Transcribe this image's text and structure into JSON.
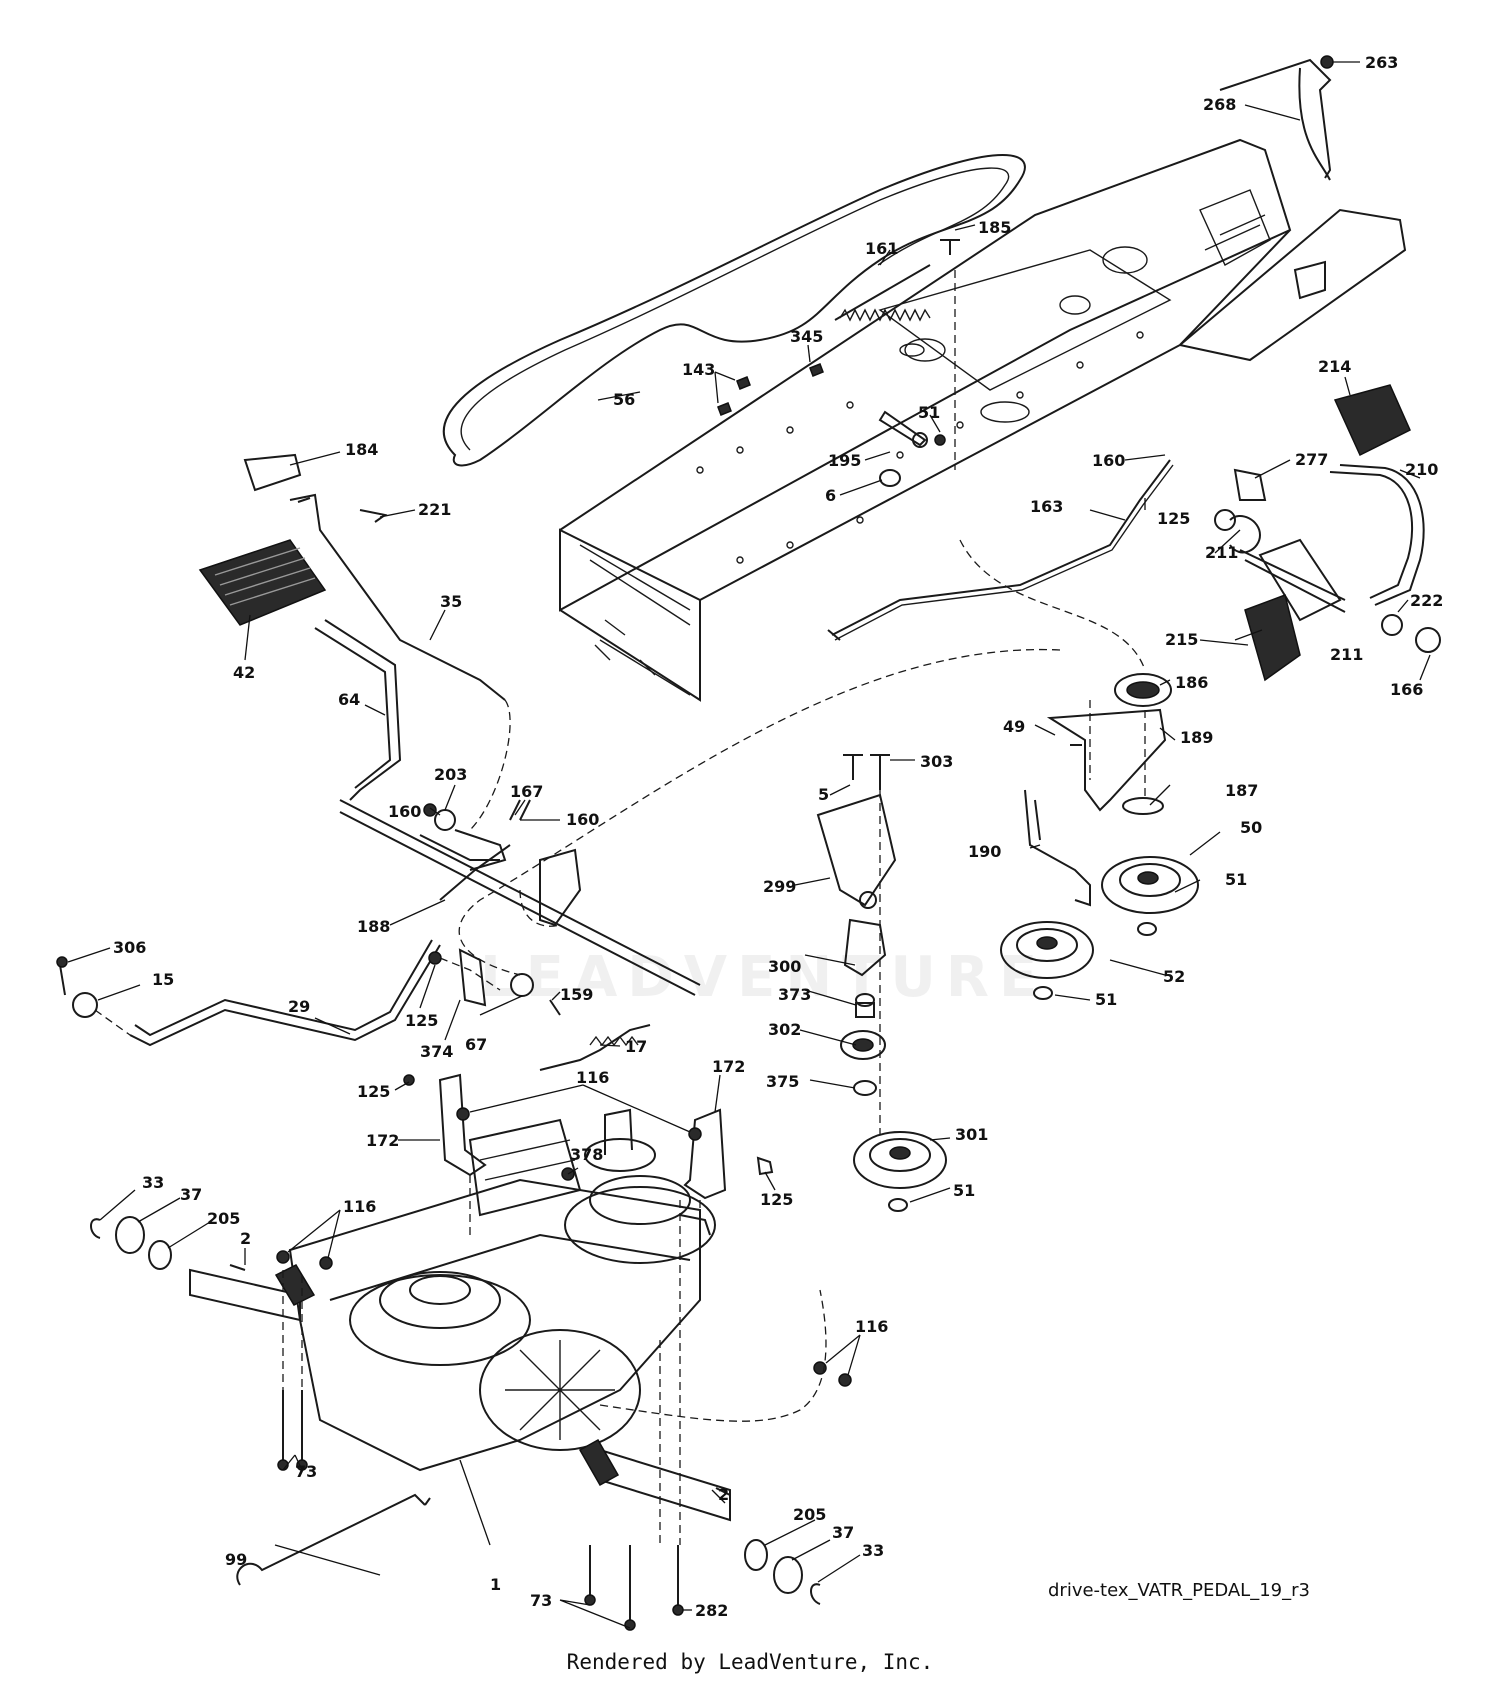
{
  "diagram": {
    "part_labels": {
      "p263": "263",
      "p268": "268",
      "p185": "185",
      "p161": "161",
      "p345": "345",
      "p143": "143",
      "p56": "56",
      "p51a": "51",
      "p195": "195",
      "p6": "6",
      "p214": "214",
      "p277": "277",
      "p210": "210",
      "p160a": "160",
      "p125a": "125",
      "p163": "163",
      "p211a": "211",
      "p211b": "211",
      "p222": "222",
      "p166": "166",
      "p215": "215",
      "p186": "186",
      "p184": "184",
      "p221": "221",
      "p35": "35",
      "p42": "42",
      "p64": "64",
      "p49": "49",
      "p189": "189",
      "p303": "303",
      "p5": "5",
      "p187": "187",
      "p50": "50",
      "p51b": "51",
      "p190": "190",
      "p299": "299",
      "p203": "203",
      "p167": "167",
      "p160b": "160",
      "p160c": "160",
      "p188": "188",
      "p300": "300",
      "p373": "373",
      "p52": "52",
      "p51c": "51",
      "p306": "306",
      "p15": "15",
      "p29": "29",
      "p125b": "125",
      "p374": "374",
      "p67": "67",
      "p159": "159",
      "p17": "17",
      "p302": "302",
      "p375": "375",
      "p125c": "125",
      "p116a": "116",
      "p172a": "172",
      "p172b": "172",
      "p301": "301",
      "p378": "378",
      "p125d": "125",
      "p51d": "51",
      "p33a": "33",
      "p37a": "37",
      "p116b": "116",
      "p205a": "205",
      "p2a": "2",
      "p116c": "116",
      "p73a": "73",
      "p99": "99",
      "p2b": "2",
      "p205b": "205",
      "p37b": "37",
      "p33b": "33",
      "p1": "1",
      "p73b": "73",
      "p282": "282"
    },
    "diagram_id": "drive-tex_VATR_PEDAL_19_r3",
    "watermark": "LEADVENTURE"
  },
  "footer": {
    "text": "Rendered by LeadVenture, Inc."
  }
}
